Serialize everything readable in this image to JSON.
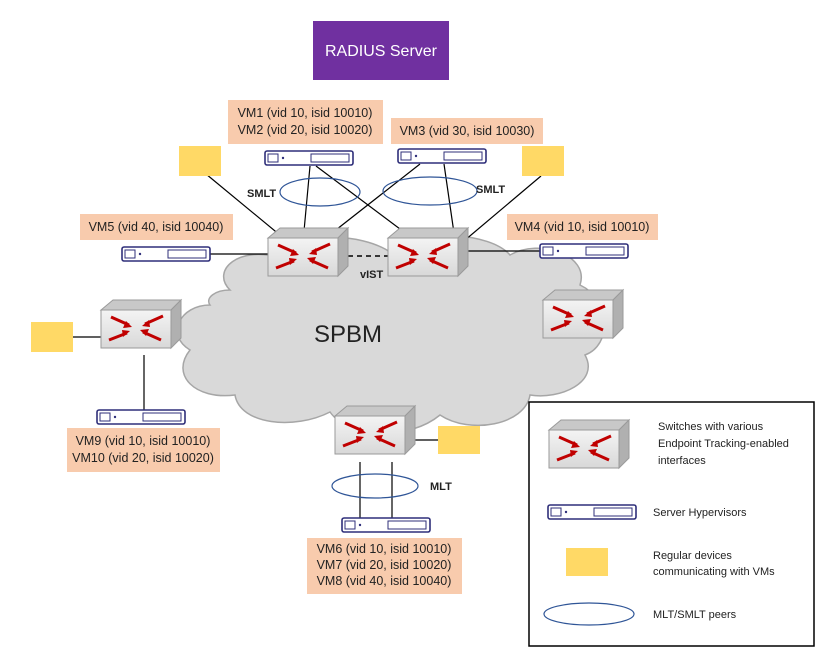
{
  "radius_server": {
    "label": "RADIUS Server",
    "color": "#7030a0"
  },
  "cloud": {
    "label": "SPBM"
  },
  "labels": {
    "smlt_left": "SMLT",
    "smlt_right": "SMLT",
    "vist": "vIST",
    "mlt": "MLT"
  },
  "vm_boxes": {
    "top_left": [
      "VM1 (vid 10, isid 10010)",
      "VM2 (vid 20, isid 10020)"
    ],
    "top_right": [
      "VM3 (vid 30, isid 10030)"
    ],
    "left": [
      "VM5 (vid 40, isid 10040)"
    ],
    "right": [
      "VM4 (vid 10, isid 10010)"
    ],
    "bottom_left": [
      "VM9 (vid 10, isid 10010)",
      "VM10 (vid 20, isid 10020)"
    ],
    "bottom": [
      "VM6 (vid 10, isid 10010)",
      "VM7 (vid 20, isid 10020)",
      "VM8 (vid 40, isid 10040)"
    ]
  },
  "legend": {
    "switch_lines": [
      "Switches with various",
      "Endpoint Tracking-enabled",
      "interfaces"
    ],
    "hypervisor": "Server Hypervisors",
    "device_lines": [
      "Regular devices",
      "communicating with VMs"
    ],
    "mlt": "MLT/SMLT  peers"
  },
  "colors": {
    "vm_box": "#f8cbad",
    "device": "#ffd966",
    "cloud": "#d9d9d9",
    "cloud_stroke": "#a6a6a6",
    "arrow": "#c00000",
    "hypervisor": "#2f2f7a",
    "ellipse": "#2f5597"
  }
}
